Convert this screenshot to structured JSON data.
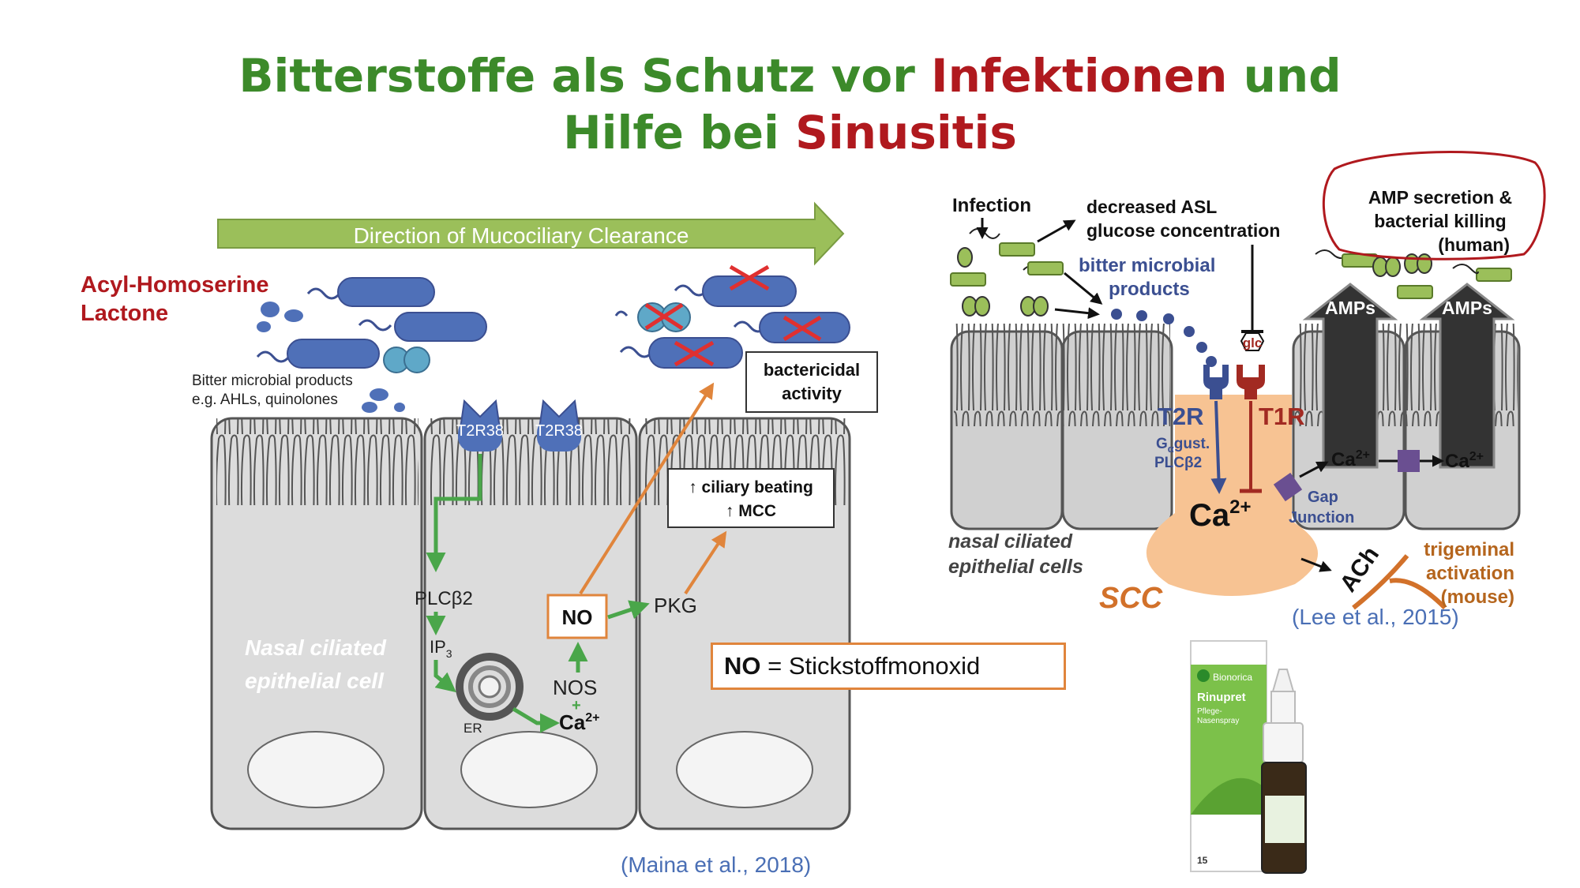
{
  "title": {
    "line1_green": "Bitterstoffe als Schutz vor ",
    "line1_red": "Infektionen",
    "line1_green2": " und",
    "line2_green": "Hilfe bei ",
    "line2_red": "Sinusitis"
  },
  "left_diagram": {
    "arrow_label": "Direction of Mucociliary Clearance",
    "ahl_label_1": "Acyl-Homoserine",
    "ahl_label_2": "Lactone",
    "bitter_products_1": "Bitter microbial products",
    "bitter_products_2": "e.g. AHLs, quinolones",
    "receptor_1": "T2R38",
    "receptor_2": "T2R38",
    "cell_label_1": "Nasal ciliated",
    "cell_label_2": "epithelial cell",
    "plc": "PLCβ2",
    "ip3": "IP",
    "ip3_sub": "3",
    "er": "ER",
    "no": "NO",
    "nos": "NOS",
    "plus": "+",
    "ca": "Ca",
    "ca_sup": "2+",
    "pkg": "PKG",
    "ciliary_1": "↑ ciliary beating",
    "ciliary_2": "↑ MCC",
    "bactericidal_1": "bactericidal",
    "bactericidal_2": "activity"
  },
  "no_definition": {
    "bold": "NO",
    "rest": " = Stickstoffmonoxid"
  },
  "right_diagram": {
    "infection": "Infection",
    "asl_1": "decreased ASL",
    "asl_2": "glucose concentration",
    "bitter_1": "bitter microbial",
    "bitter_2": "products",
    "amp_1": "AMP secretion &",
    "amp_2": "bacterial killing",
    "amp_3": "(human)",
    "amps_1": "AMPs",
    "amps_2": "AMPs",
    "glc": "glc",
    "t2r": "T2R",
    "t1r": "T1R",
    "ggust_g": "G",
    "ggust_sub": "α",
    "ggust_rest": "gust.",
    "plc": "PLCβ2",
    "ca_main": "Ca",
    "ca_main_sup": "2+",
    "ca_right_1": "Ca",
    "ca_right_2": "Ca",
    "ca_right_sup": "2+",
    "gap_1": "Gap",
    "gap_2": "Junction",
    "ach": "ACh",
    "nasal_1": "nasal ciliated",
    "nasal_2": "epithelial cells",
    "scc": "SCC",
    "trig_1": "trigeminal",
    "trig_2": "activation",
    "trig_3": "(mouse)"
  },
  "product": {
    "brand": "Bionorica",
    "name": "Rinupret",
    "sub_1": "Pflege-",
    "sub_2": "Nasenspray",
    "vol": "15"
  },
  "citations": {
    "lee": "(Lee et al., 2015)",
    "maina": "(Maina et al., 2018)"
  }
}
